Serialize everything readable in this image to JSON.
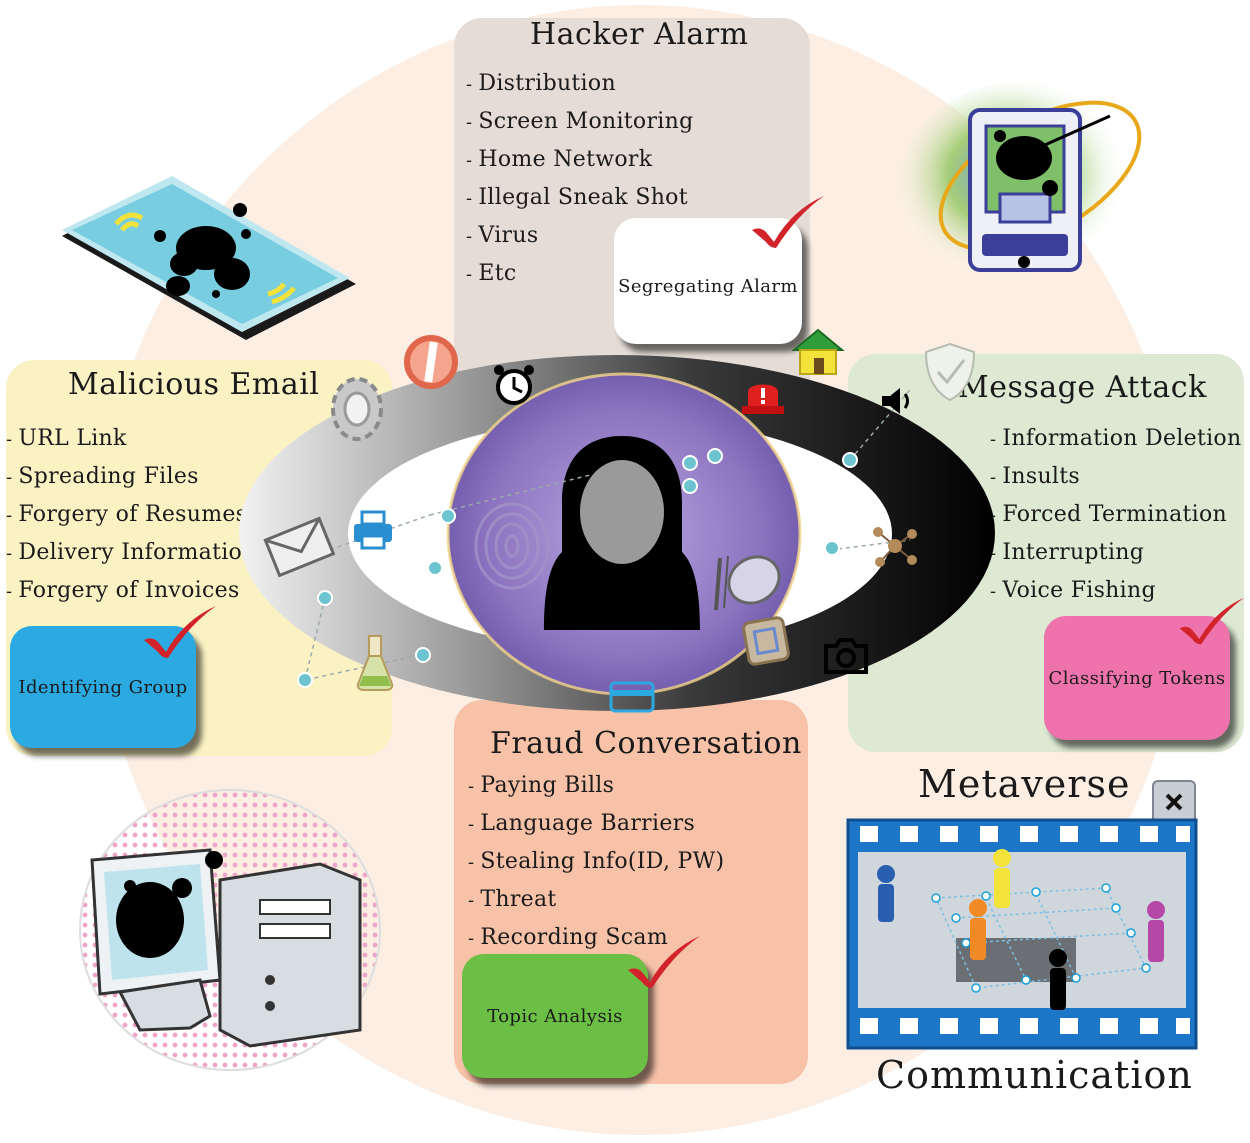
{
  "hacker_alarm": {
    "title": "Hacker Alarm",
    "items": [
      "Distribution",
      "Screen Monitoring",
      "Home Network",
      "Illegal Sneak Shot",
      "Virus",
      "Etc"
    ],
    "badge": "Segregating Alarm",
    "color": "#e5ddd5"
  },
  "malicious_email": {
    "title": "Malicious Email",
    "items": [
      "URL Link",
      "Spreading Files",
      "Forgery of Resumes",
      "Delivery Information",
      "Forgery of Invoices"
    ],
    "badge": "Identifying Group",
    "color": "#fbf2c4"
  },
  "message_attack": {
    "title": "Message Attack",
    "items": [
      "Information Deletion",
      "Insults",
      "Forced Termination",
      "Interrupting",
      "Voice Fishing"
    ],
    "badge": "Classifying Tokens",
    "color": "#dde9d3"
  },
  "fraud_conversation": {
    "title": "Fraud Conversation",
    "items": [
      "Paying Bills",
      "Language Barriers",
      "Stealing Info(ID, PW)",
      "Threat",
      "Recording Scam"
    ],
    "badge": "Topic Analysis",
    "color": "#f7c2a8"
  },
  "metaverse": {
    "top_label": "Metaverse",
    "bottom_label": "Communication"
  },
  "colors": {
    "badge_white": "#ffffff",
    "badge_blue": "#2ba9e1",
    "badge_pink": "#ee73ac",
    "badge_green": "#6cbf45",
    "check_red": "#d2232a",
    "center_purple": "#8c74c0",
    "background_circle": "#fdeee3"
  },
  "icons": [
    "alarm-clock-icon",
    "siren-icon",
    "house-icon",
    "speaker-icon",
    "shield-icon",
    "gear-icon",
    "blocked-icon",
    "envelope-icon",
    "printer-icon",
    "flask-icon",
    "credit-card-icon",
    "camera-icon",
    "chip-icon",
    "network-icon",
    "fingerprint-icon",
    "plate-icon",
    "close-icon",
    "user-silhouette-icon"
  ]
}
